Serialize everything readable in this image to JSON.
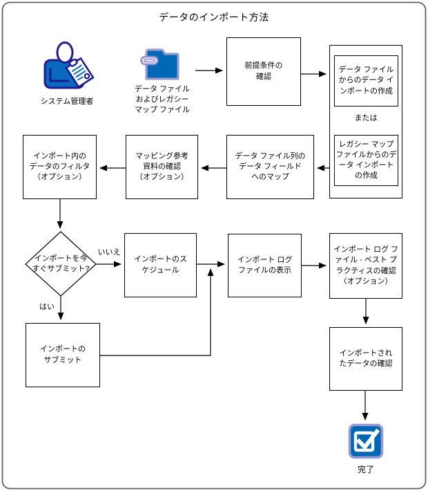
{
  "title": "データのインポート方法",
  "colors": {
    "icon_blue": "#0068b4",
    "icon_navy": "#1c1c8f",
    "icon_lavender": "#9b9bd4",
    "line_black": "#000000",
    "frame_gray": "#606060"
  },
  "actors": {
    "admin_label": "システム管理者",
    "files_label": "データ ファイル\nおよびレガシー\nマップ ファイル"
  },
  "nodes": {
    "prerequisites": "前提条件の\n確認",
    "create_from_data_file": "データ ファイル\nからのデータ イ\nンポートの作成",
    "or": "または",
    "create_from_legacy_map": "レガシー マップ\nファイルからのデ\nータ インポート\nの作成",
    "map_to_fields": "データ ファイル列の\nデータ フィールド\nへのマップ",
    "mapping_reference": "マッピング参考\n資料の確認\n（オプション）",
    "filter_data": "インポート内の\nデータのフィルタ\n（オプション）",
    "submit_now_decision": "インポートを今\nすぐサブミット?",
    "schedule_import": "インポートのス\nケジュール",
    "submit_import": "インポートの\nサブミット",
    "view_log": "インポート ログ\nファイルの表示",
    "log_best_practices": "インポート ログ フ\nァイル - ベスト プ\nラクティスの確認\n（オプション）",
    "verify_imported_data": "インポートされ\nたデータの確認"
  },
  "edges": {
    "no_label": "いいえ",
    "yes_label": "はい"
  },
  "done_label": "完了"
}
